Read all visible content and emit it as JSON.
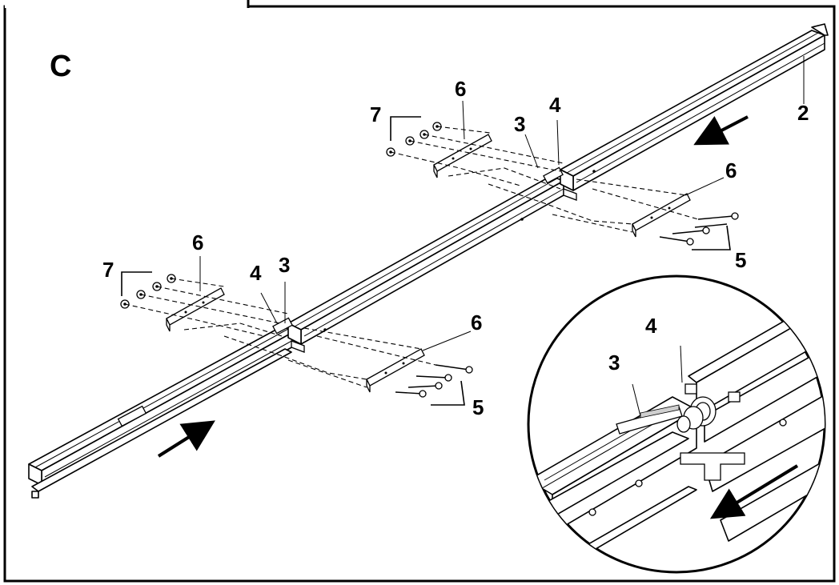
{
  "figure": {
    "step_letter": "C",
    "callouts": {
      "rail_end": "2",
      "connector_right": "3",
      "connector_left": "3",
      "connector_detail": "3",
      "sleeve_right": "4",
      "sleeve_left": "4",
      "sleeve_detail": "4",
      "bolts_right": "5",
      "bolts_left": "5",
      "bracket_top_right": "6",
      "bracket_right_lower": "6",
      "bracket_left_upper": "6",
      "bracket_left_lower": "6",
      "nuts_right": "7",
      "nuts_left": "7"
    }
  }
}
